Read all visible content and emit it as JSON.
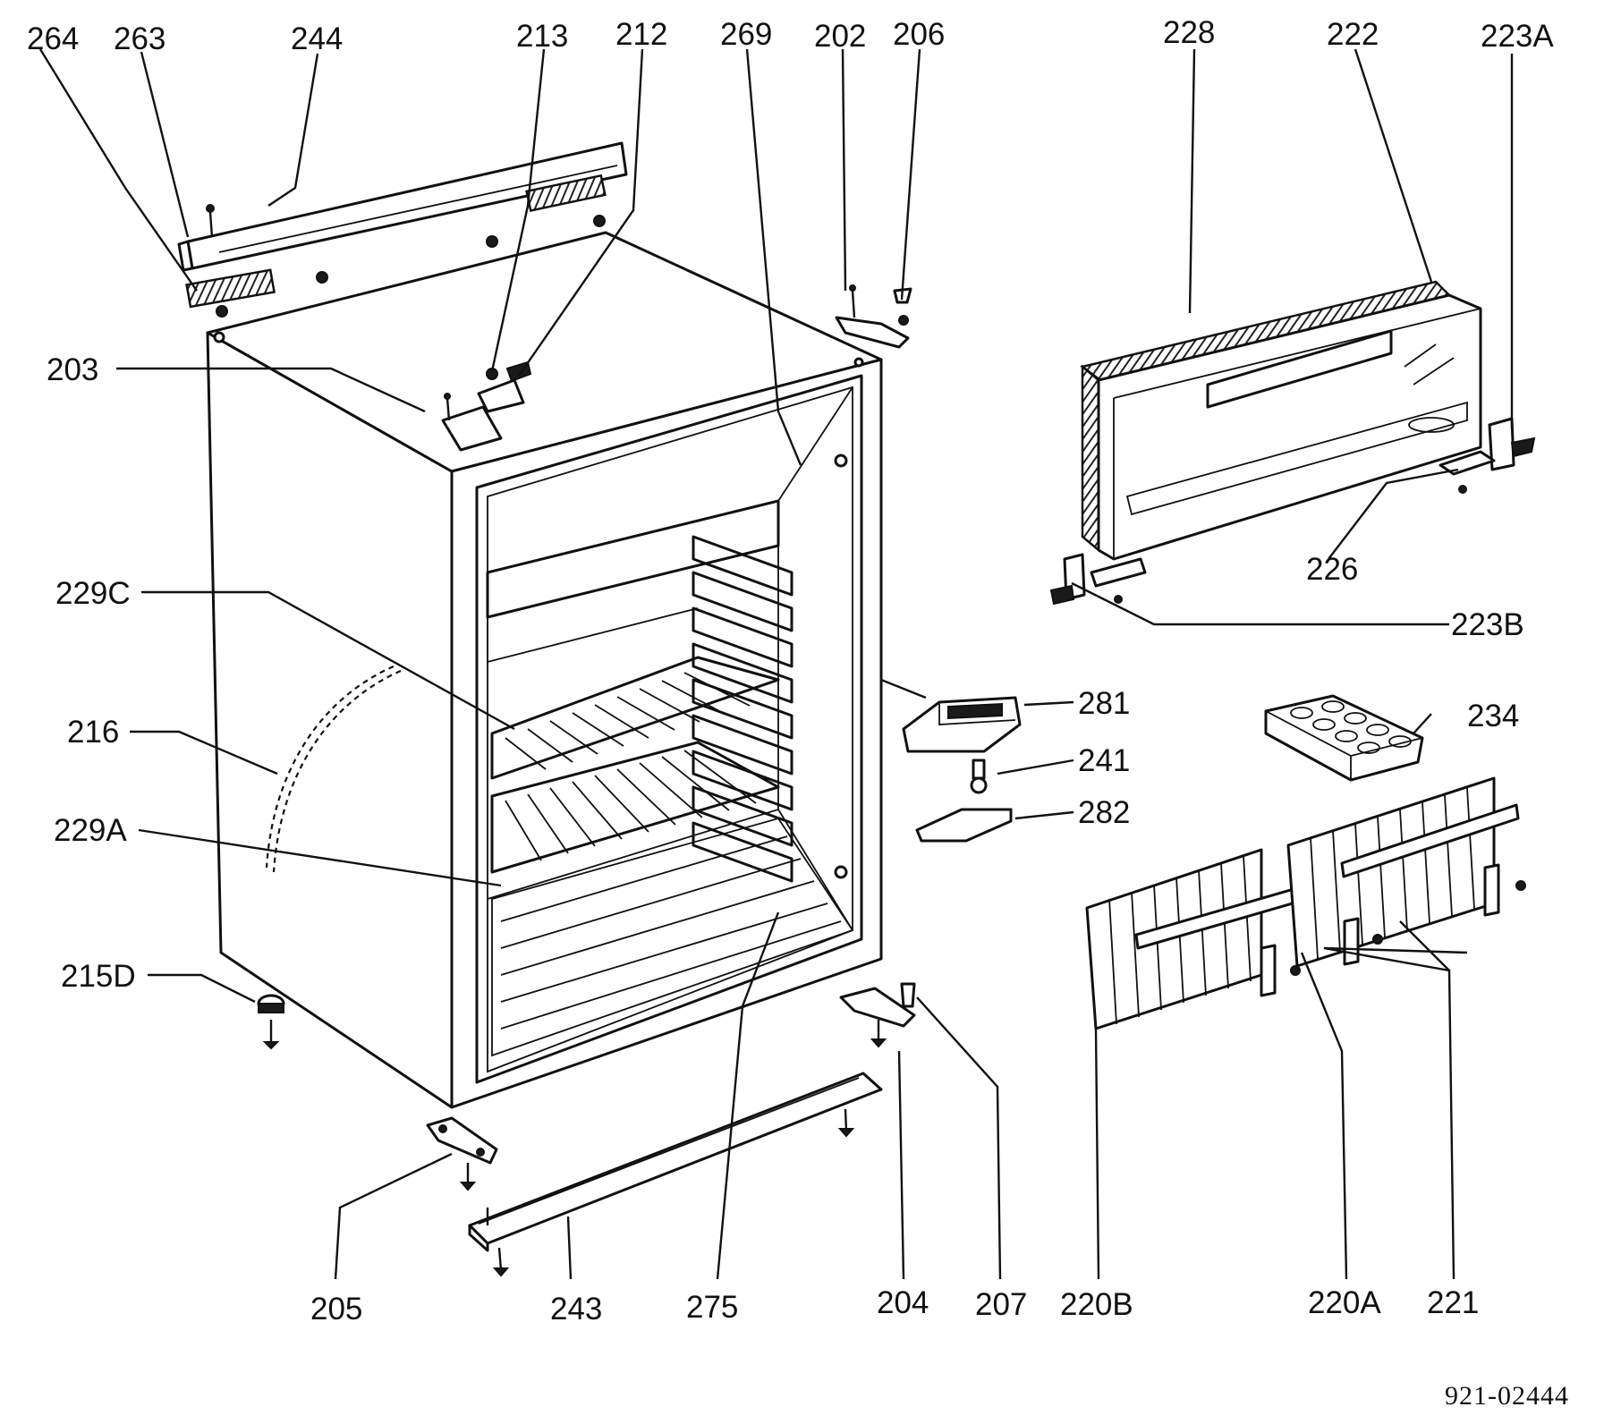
{
  "diagram": {
    "reference_number": "921-02444",
    "part_labels": {
      "p264": "264",
      "p263": "263",
      "p244": "244",
      "p213": "213",
      "p212": "212",
      "p269": "269",
      "p202": "202",
      "p206": "206",
      "p228": "228",
      "p222": "222",
      "p223A": "223A",
      "p203": "203",
      "p226": "226",
      "p229C": "229C",
      "p223B": "223B",
      "p281": "281",
      "p234": "234",
      "p216": "216",
      "p241": "241",
      "p282": "282",
      "p229A": "229A",
      "p215D": "215D",
      "p205": "205",
      "p243": "243",
      "p275": "275",
      "p204": "204",
      "p207": "207",
      "p220B": "220B",
      "p220A": "220A",
      "p221": "221"
    }
  }
}
